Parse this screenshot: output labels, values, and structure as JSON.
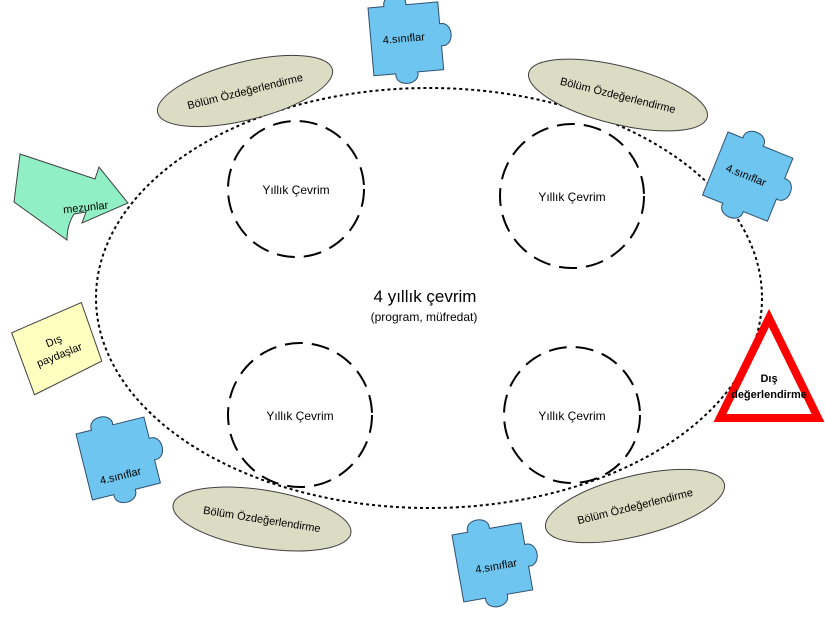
{
  "center": {
    "title": "4 yıllık çevrim",
    "subtitle": "(program, müfredat)"
  },
  "cycles": [
    {
      "label": "Yıllık Çevrim"
    },
    {
      "label": "Yıllık Çevrim"
    },
    {
      "label": "Yıllık Çevrim"
    },
    {
      "label": "Yıllık Çevrim"
    }
  ],
  "self_assessment": [
    {
      "label": "Bölüm Özdeğerlendirme"
    },
    {
      "label": "Bölüm Özdeğerlendirme"
    },
    {
      "label": "Bölüm Özdeğerlendirme"
    },
    {
      "label": "Bölüm Özdeğerlendirme"
    }
  ],
  "fourth_year": [
    {
      "label": "4.sınıflar"
    },
    {
      "label": "4.sınıflar"
    },
    {
      "label": "4.sınıflar"
    },
    {
      "label": "4.sınıflar"
    }
  ],
  "graduates": {
    "label": "mezunlar"
  },
  "external_stakeholders": {
    "line1": "Dış",
    "line2": "paydaşlar"
  },
  "external_assessment": {
    "line1": "Dış",
    "line2": "değerlendirme"
  },
  "colors": {
    "puzzle": "#6ec6f0",
    "ellipse_fill": "#dcdcc4",
    "arrow_fill": "#90efc4",
    "note_fill": "#ffffc0",
    "triangle_stroke": "#ff0000"
  }
}
